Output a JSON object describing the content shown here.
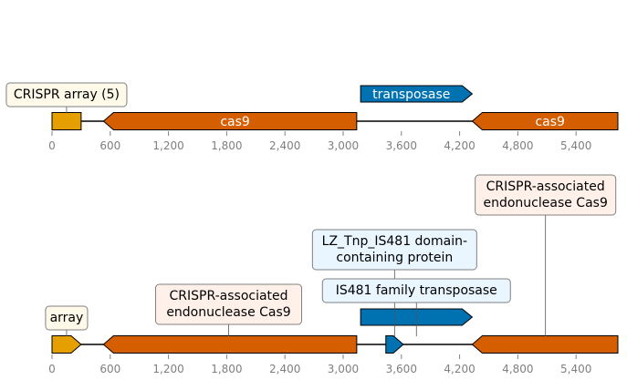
{
  "colors": {
    "crispr": "#E69F00",
    "cas": "#D55E00",
    "transposase": "#0072B2",
    "backbone": "#000000",
    "tick": "#7f7f7f",
    "callout_line": "#555555"
  },
  "panels": [
    {
      "id": "top",
      "features": [
        {
          "id": "crispr-array",
          "start": 0,
          "end": 300,
          "strand": 0,
          "color": "#E69F00",
          "label": ""
        },
        {
          "id": "cas9-a",
          "start": 530,
          "end": 3140,
          "strand": -1,
          "color": "#D55E00",
          "label": "cas9"
        },
        {
          "id": "transposase",
          "start": 3180,
          "end": 4330,
          "strand": 1,
          "color": "#0072B2",
          "label": "transposase",
          "raised": true
        },
        {
          "id": "cas9-b",
          "start": 4330,
          "end": 5840,
          "strand": -1,
          "color": "#D55E00",
          "label": "cas9"
        }
      ],
      "callouts": [
        {
          "id": "crispr-array-callout",
          "lines": [
            "CRISPR array (5)"
          ],
          "pos": 150,
          "bg": "#fff9ea"
        }
      ],
      "ticks": [
        "0",
        "600",
        "1,200",
        "1,800",
        "2,400",
        "3,000",
        "3,600",
        "4,200",
        "4,800",
        "5,400"
      ]
    },
    {
      "id": "bottom",
      "features": [
        {
          "id": "array",
          "start": 0,
          "end": 300,
          "strand": 1,
          "color": "#E69F00",
          "label": ""
        },
        {
          "id": "cas9-a",
          "start": 530,
          "end": 3140,
          "strand": -1,
          "color": "#D55E00",
          "label": ""
        },
        {
          "id": "lz-tnp",
          "start": 3440,
          "end": 3620,
          "strand": 1,
          "color": "#0072B2",
          "label": ""
        },
        {
          "id": "is481",
          "start": 3180,
          "end": 4330,
          "strand": 1,
          "color": "#0072B2",
          "label": "",
          "raised": true
        },
        {
          "id": "cas9-b",
          "start": 4330,
          "end": 5840,
          "strand": -1,
          "color": "#D55E00",
          "label": ""
        }
      ],
      "callouts": [
        {
          "id": "array-callout",
          "lines": [
            "array"
          ],
          "pos": 150,
          "bg": "#fff9ea"
        },
        {
          "id": "cas9-callout-1",
          "lines": [
            "CRISPR-associated",
            "endonuclease Cas9"
          ],
          "pos": 1820,
          "bg": "#fff1ea"
        },
        {
          "id": "lz-callout",
          "lines": [
            "LZ_Tnp_IS481 domain-",
            "containing protein"
          ],
          "pos": 3530,
          "bg": "#e9f5ff"
        },
        {
          "id": "is481-callout",
          "lines": [
            "IS481 family transposase"
          ],
          "pos": 3755,
          "bg": "#e9f5ff"
        },
        {
          "id": "cas9-callout-2",
          "lines": [
            "CRISPR-associated",
            "endonuclease Cas9"
          ],
          "pos": 5085,
          "bg": "#fff1ea"
        }
      ],
      "ticks": [
        "0",
        "600",
        "1,200",
        "1,800",
        "2,400",
        "3,000",
        "3,600",
        "4,200",
        "4,800",
        "5,400"
      ]
    }
  ]
}
